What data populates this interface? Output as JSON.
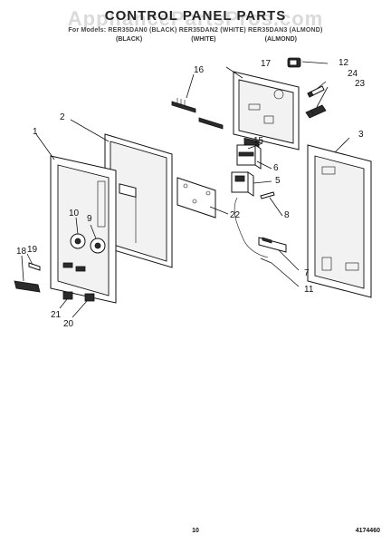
{
  "header": {
    "watermark": "AppliancePartsPros.com",
    "title": "CONTROL PANEL PARTS",
    "model_line": "For Models: RER35DAN0 (BLACK)   RER35DAN2 (WHITE)   RER35DAN3 (ALMOND)",
    "colors": [
      "(BLACK)",
      "(WHITE)",
      "(ALMOND)"
    ]
  },
  "callouts": [
    "1",
    "2",
    "3",
    "5",
    "6",
    "7",
    "8",
    "9",
    "10",
    "11",
    "12",
    "15",
    "16",
    "17",
    "18",
    "19",
    "20",
    "21",
    "22",
    "23",
    "24"
  ],
  "footer": {
    "page_number": "10",
    "doc_number": "4174460"
  }
}
